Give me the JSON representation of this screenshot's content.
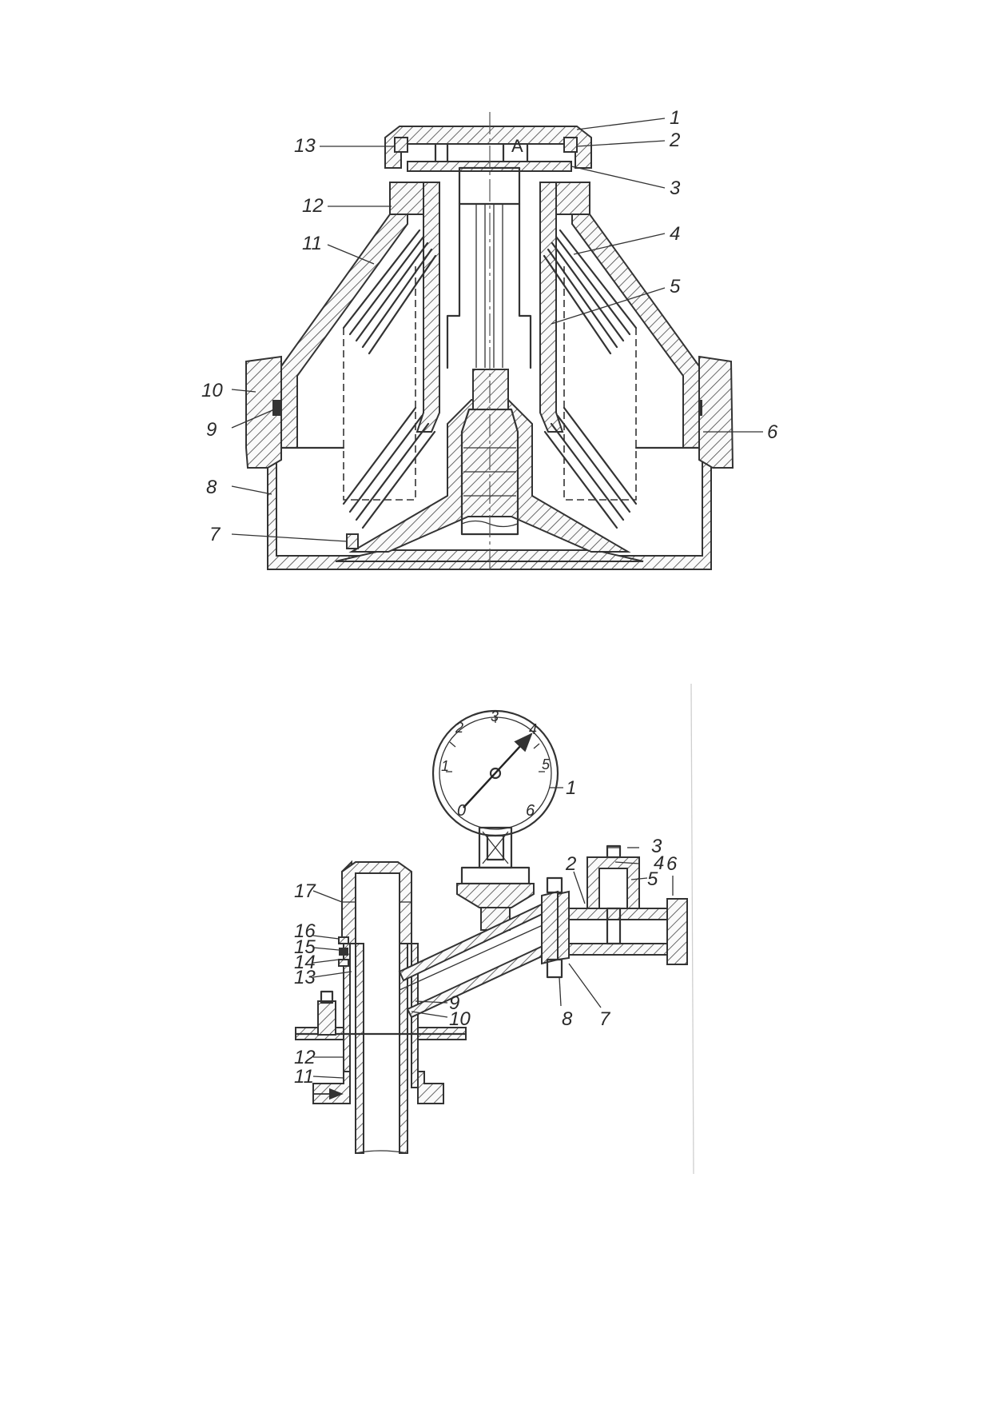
{
  "figure1": {
    "callouts": [
      "1",
      "2",
      "3",
      "4",
      "5",
      "6",
      "7",
      "8",
      "9",
      "10",
      "11",
      "12",
      "13"
    ],
    "mark_A": "A"
  },
  "figure2": {
    "callouts": [
      "1",
      "2",
      "3",
      "4",
      "5",
      "6",
      "7",
      "8",
      "9",
      "10",
      "11",
      "12",
      "13",
      "14",
      "15",
      "16",
      "17"
    ],
    "gauge_scale": [
      "0",
      "1",
      "2",
      "3",
      "4",
      "5",
      "6"
    ]
  }
}
